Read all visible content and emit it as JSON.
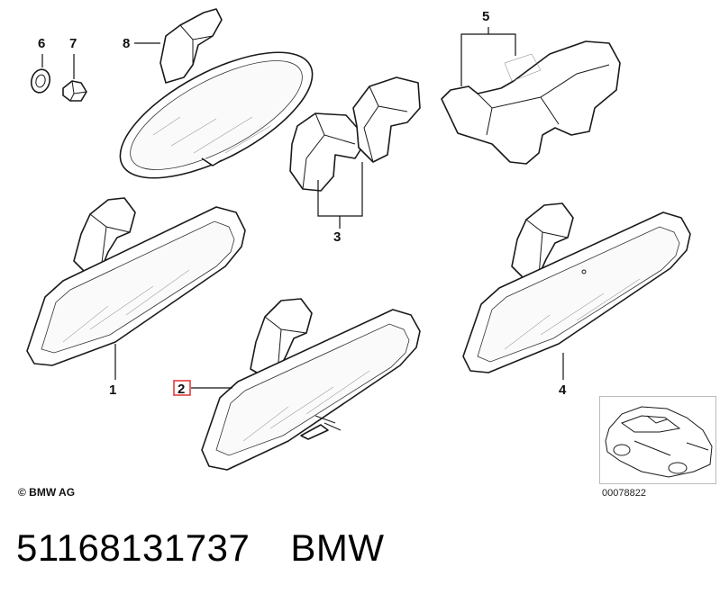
{
  "callouts": {
    "c1": "1",
    "c2": "2",
    "c3": "3",
    "c4": "4",
    "c5": "5",
    "c6": "6",
    "c7": "7",
    "c8": "8"
  },
  "copyright": "© BMW AG",
  "diagram_id": "00078822",
  "footer": {
    "part_number": "51168131737",
    "brand": "BMW"
  },
  "highlight_color": "#e03030"
}
